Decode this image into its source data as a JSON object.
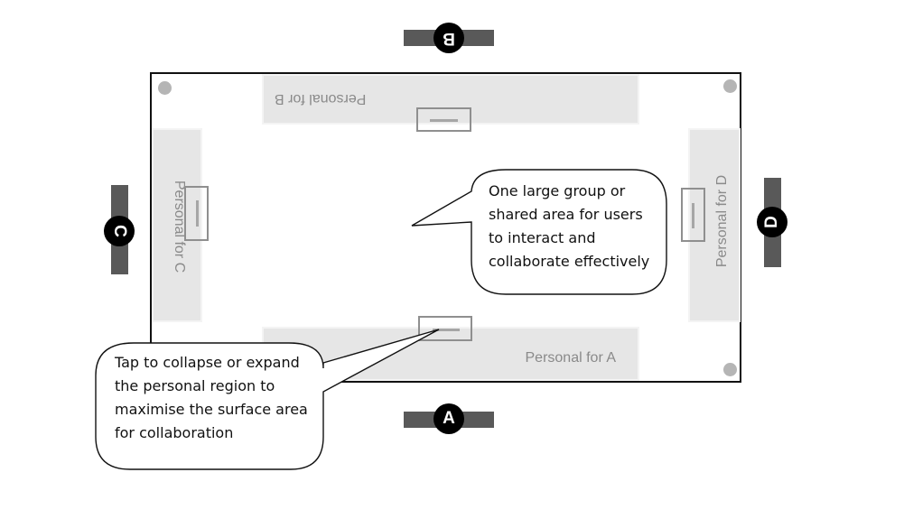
{
  "regions": {
    "a": "Personal for A",
    "b": "Personal for B",
    "c": "Personal for C",
    "d": "Personal for D"
  },
  "users": {
    "a": "A",
    "b": "B",
    "c": "C",
    "d": "D"
  },
  "callouts": {
    "shared_area": [
      "One large group or",
      "shared area for users",
      "to interact and",
      "collaborate effectively"
    ],
    "toggle": [
      "Tap to collapse or expand",
      "the personal region to",
      "maximise the surface area",
      "for collaboration"
    ]
  },
  "colors": {
    "region_fill": "#e6e6e6",
    "handle_stroke": "#8f8f8f",
    "seat_bar": "#595959",
    "seat_circle": "#000000",
    "table_border": "#111111"
  }
}
